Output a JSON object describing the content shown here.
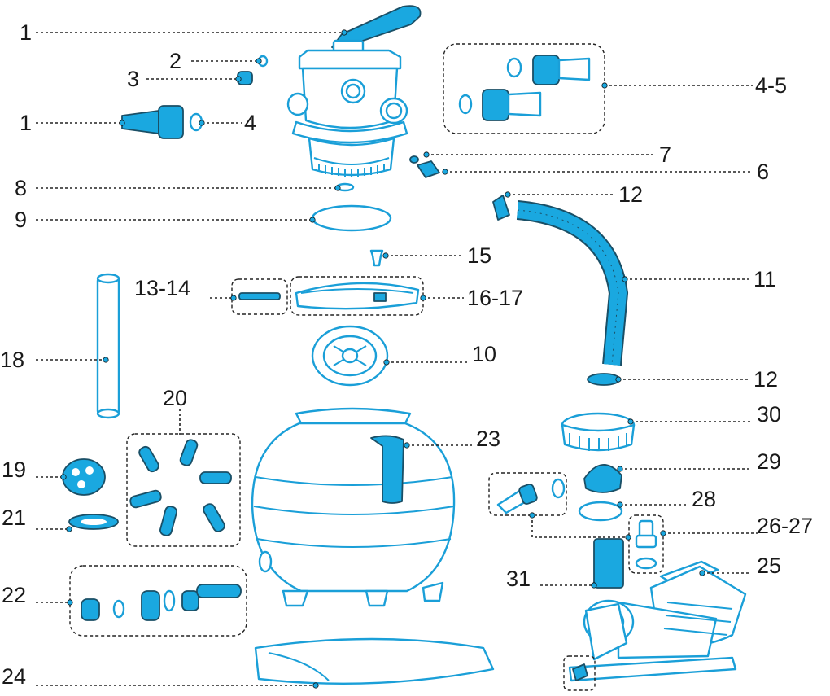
{
  "accent_color": "#1aa8e0",
  "labels": {
    "l1a": "1",
    "l2": "2",
    "l3": "3",
    "l1b": "1",
    "l4": "4",
    "l45": "4-5",
    "l7": "7",
    "l6": "6",
    "l8": "8",
    "l9": "9",
    "l12a": "12",
    "l15": "15",
    "l11": "11",
    "l1314": "13-14",
    "l1617": "16-17",
    "l18": "18",
    "l10": "10",
    "l12b": "12",
    "l20": "20",
    "l30": "30",
    "l23": "23",
    "l19": "19",
    "l29": "29",
    "l28": "28",
    "l21": "21",
    "l2627": "26-27",
    "l25": "25",
    "l22": "22",
    "l31": "31",
    "l24": "24"
  }
}
